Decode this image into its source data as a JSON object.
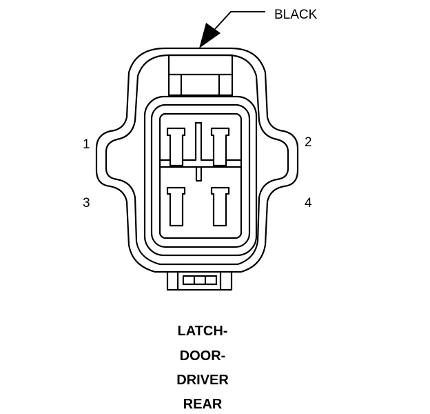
{
  "wire_color": "BLACK",
  "pins": {
    "pin1": "1",
    "pin2": "2",
    "pin3": "3",
    "pin4": "4"
  },
  "connector_name": {
    "line1": "LATCH-",
    "line2": "DOOR-",
    "line3": "DRIVER",
    "line4": "REAR"
  },
  "colors": {
    "stroke": "#000000",
    "background": "#ffffff"
  }
}
